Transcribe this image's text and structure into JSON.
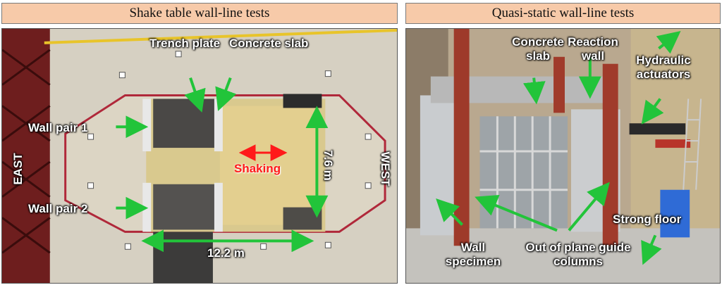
{
  "left": {
    "title": "Shake table wall-line tests",
    "labels": {
      "trench_plate": "Trench plate",
      "concrete_slab": "Concrete slab",
      "wall_pair_1": "Wall pair 1",
      "wall_pair_2": "Wall pair 2",
      "shaking": "Shaking",
      "east": "EAST",
      "west": "WEST",
      "dim_width": "7.6 m",
      "dim_length": "12.2 m"
    }
  },
  "right": {
    "title": "Quasi-static wall-line tests",
    "labels": {
      "concrete_slab": "Concrete slab",
      "reaction_wall": "Reaction wall",
      "hydraulic_actuators": "Hydraulic actuators",
      "strong_floor": "Strong floor",
      "wall_specimen": "Wall specimen",
      "guide_columns": "Out of plane guide columns"
    }
  },
  "colors": {
    "title_bg": "#f7caa9",
    "arrow_green": "#22c43a",
    "shaking_red": "#ff1a1a",
    "outline_red": "#b0283a"
  }
}
